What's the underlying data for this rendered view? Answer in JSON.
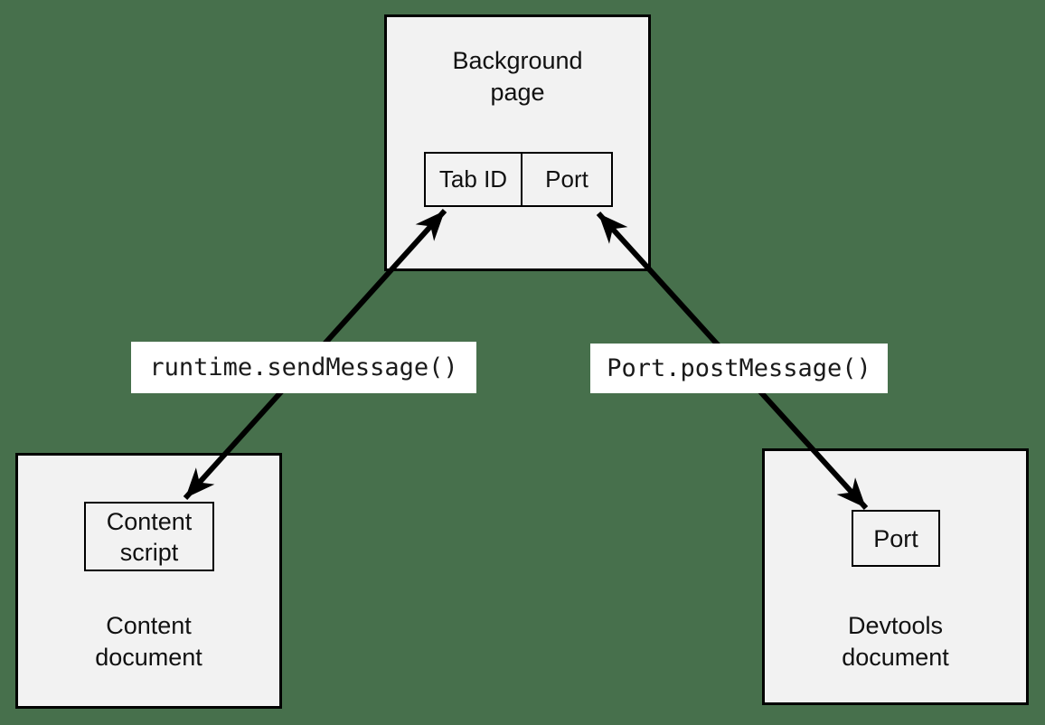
{
  "colors": {
    "page_background": "#47704C",
    "box_fill": "#F2F2F2",
    "box_border": "#000000",
    "label_background": "#FFFFFF",
    "arrow": "#000000",
    "text": "#111111"
  },
  "background_page": {
    "title": "Background\npage",
    "cells": {
      "tab_id": "Tab ID",
      "port": "Port"
    }
  },
  "content_document": {
    "title": "Content\ndocument",
    "inner_box": "Content\nscript"
  },
  "devtools_document": {
    "title": "Devtools\ndocument",
    "inner_box": "Port"
  },
  "labels": {
    "runtime_send_message": "runtime.sendMessage()",
    "port_post_message": "Port.postMessage()"
  }
}
